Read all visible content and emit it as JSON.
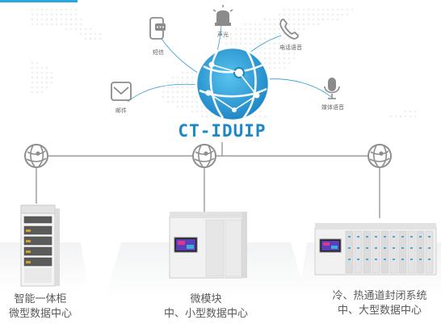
{
  "title": "CT-IDUIP",
  "channels": {
    "sms": "短信",
    "sound": "声光",
    "phone": "电话语音",
    "email": "邮件",
    "media": "媒体语音"
  },
  "nodes": [
    {
      "line1": "智能一体柜",
      "line2": "微型数据中心"
    },
    {
      "line1": "微模块",
      "line2": "中、小型数据中心"
    },
    {
      "line1": "冷、热通道封闭系统",
      "line2": "中、大型数据中心"
    }
  ],
  "colors": {
    "accent": "#1b88c8",
    "line": "#9a9a9a",
    "globe": "#2c9bd6"
  }
}
